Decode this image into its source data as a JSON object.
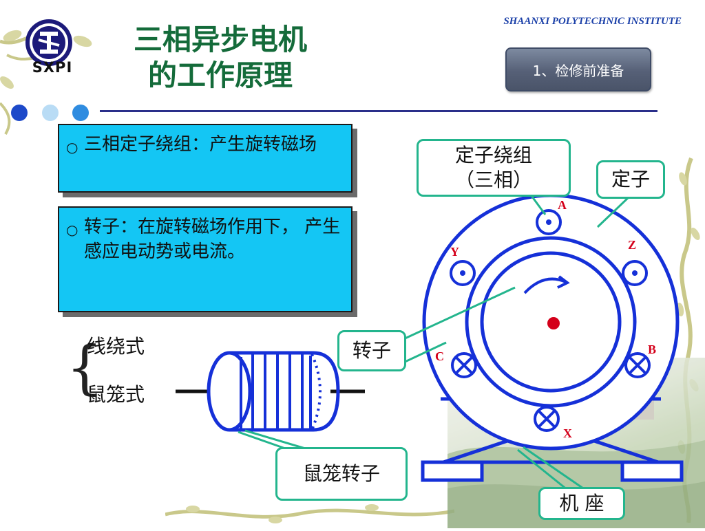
{
  "header": {
    "logo_text": "SXPI",
    "title_line1": "三相异步电机",
    "title_line2": "的工作原理",
    "institute": "SHAANXI  POLYTECHNIC  INSTITUTE",
    "step_button": "1、检修前准备"
  },
  "bullets": [
    {
      "mark": "○",
      "text": "三相定子绕组：产生旋转磁场"
    },
    {
      "mark": "○",
      "text": "转子：在旋转磁场作用下， 产生感应电动势或电流。"
    }
  ],
  "rotor_types": {
    "brace": "{",
    "items": [
      "线绕式",
      "鼠笼式"
    ]
  },
  "callouts": {
    "stator_winding_line1": "定子绕组",
    "stator_winding_line2": "（三相）",
    "stator": "定子",
    "rotor": "转子",
    "squirrel_cage_rotor": "鼠笼转子",
    "frame": "机  座"
  },
  "winding_labels": {
    "A": "A",
    "Y": "Y",
    "Z": "Z",
    "C": "C",
    "B": "B",
    "X": "X"
  },
  "colors": {
    "title_green": "#146b3a",
    "box_blue": "#14c6f4",
    "diagram_blue": "#1530d8",
    "callout_border": "#23b58d",
    "label_red": "#d4001a"
  }
}
